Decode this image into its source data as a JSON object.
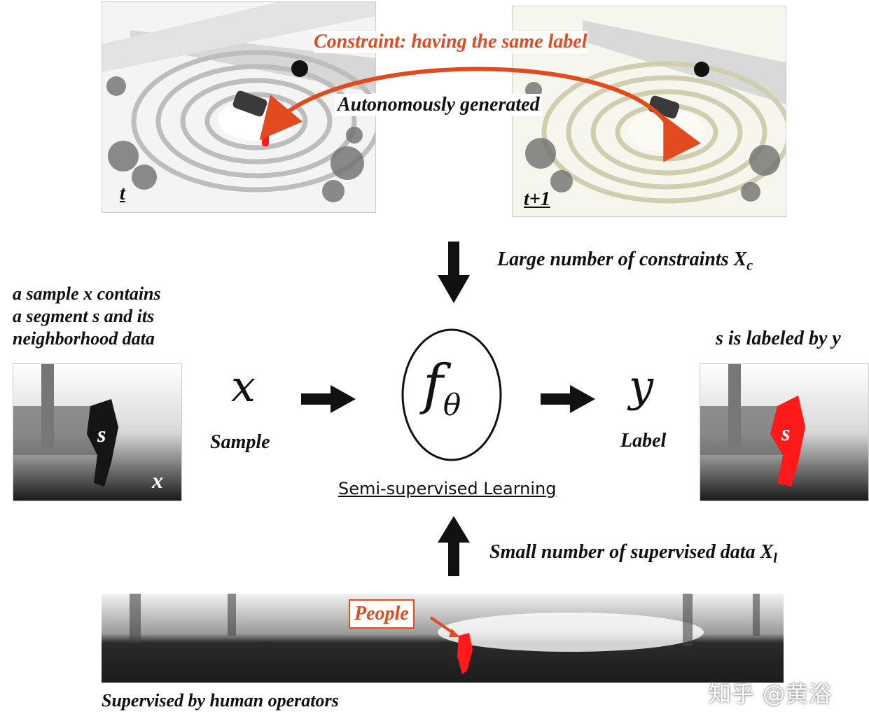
{
  "top": {
    "constraint_label": "Constraint: having the same label",
    "autonomous_label": "Autonomously generated",
    "frame_t": "t",
    "frame_t1": "t+1"
  },
  "constraints": {
    "text": "Large number of constraints X",
    "subscript": "c"
  },
  "sample_description": [
    "a sample x contains",
    "a segment s and its",
    "neighborhood data"
  ],
  "labeled_caption": "s is labeled by y",
  "sample_image": {
    "segment": "s",
    "sample": "x"
  },
  "label_image": {
    "segment": "s"
  },
  "flow": {
    "x_symbol": "x",
    "x_caption": "Sample",
    "f_symbol": "f",
    "f_subscript": "θ",
    "y_symbol": "y",
    "y_caption": "Label",
    "method": "Semi-supervised Learning"
  },
  "supervised": {
    "text": "Small number of supervised data X",
    "subscript": "l",
    "people_tag": "People",
    "caption": "Supervised by human operators"
  },
  "watermark": "知乎 @黄浴",
  "colors": {
    "accent": "#e14b1f",
    "highlight": "#ff1a1a",
    "ink": "#111111"
  }
}
